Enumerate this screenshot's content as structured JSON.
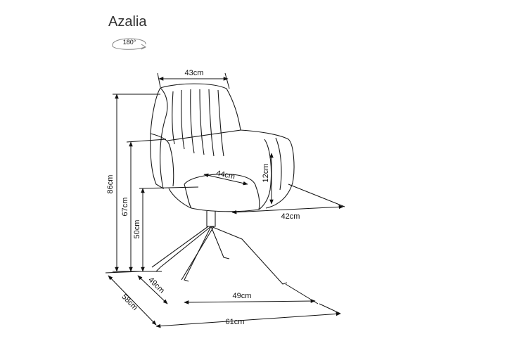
{
  "product": {
    "name": "Azalia",
    "rotation_label": "180°"
  },
  "dimensions": {
    "back_width": "43cm",
    "total_height": "86cm",
    "armrest_height": "67cm",
    "seat_height": "50cm",
    "seat_depth": "44cm",
    "armrest_above_seat": "12cm",
    "seat_width": "42cm",
    "base_depth": "49cm",
    "base_width": "49cm",
    "total_depth": "58cm",
    "total_width": "61cm"
  }
}
